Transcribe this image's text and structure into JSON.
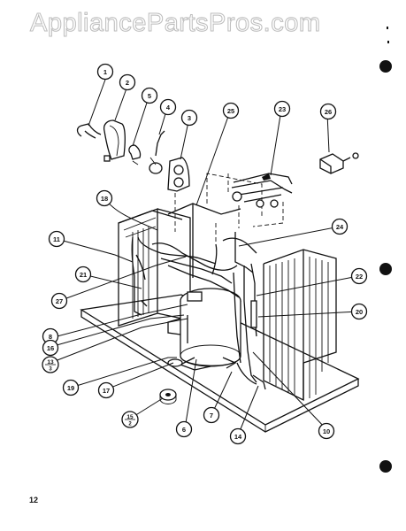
{
  "watermark": "AppliancePartsPros.com",
  "page_number": "12",
  "callouts": [
    {
      "id": "c1",
      "label": "1"
    },
    {
      "id": "c2",
      "label": "2"
    },
    {
      "id": "c3",
      "label": "3"
    },
    {
      "id": "c4",
      "label": "4"
    },
    {
      "id": "c5",
      "label": "5"
    },
    {
      "id": "c6",
      "label": "6"
    },
    {
      "id": "c7",
      "label": "7"
    },
    {
      "id": "c8",
      "label": "8"
    },
    {
      "id": "c10",
      "label": "10"
    },
    {
      "id": "c11",
      "label": "11"
    },
    {
      "id": "c13",
      "label": "13",
      "sub": "3"
    },
    {
      "id": "c14",
      "label": "14"
    },
    {
      "id": "c15",
      "label": "15",
      "sub": "2"
    },
    {
      "id": "c16",
      "label": "16"
    },
    {
      "id": "c17",
      "label": "17"
    },
    {
      "id": "c18",
      "label": "18"
    },
    {
      "id": "c19",
      "label": "19"
    },
    {
      "id": "c20",
      "label": "20"
    },
    {
      "id": "c21",
      "label": "21"
    },
    {
      "id": "c22",
      "label": "22"
    },
    {
      "id": "c23",
      "label": "23"
    },
    {
      "id": "c24",
      "label": "24"
    },
    {
      "id": "c25",
      "label": "25"
    },
    {
      "id": "c26",
      "label": "26"
    },
    {
      "id": "c27",
      "label": "27"
    }
  ]
}
